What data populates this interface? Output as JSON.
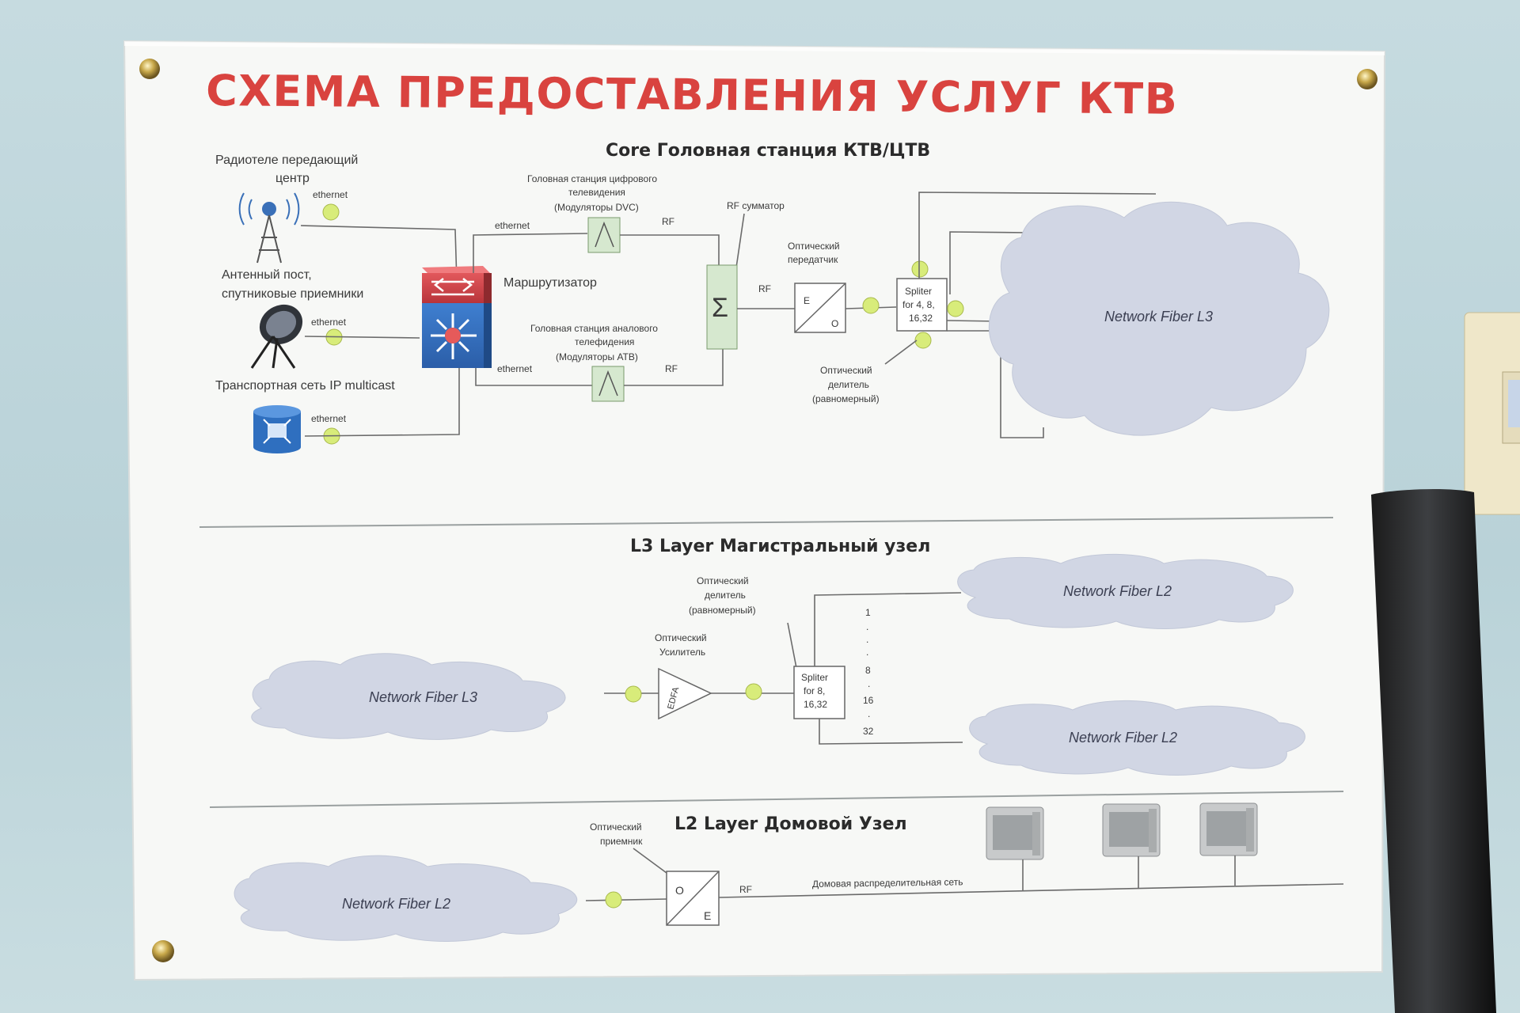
{
  "poster": {
    "title": "СХЕМА ПРЕДОСТАВЛЕНИЯ УСЛУГ КТВ",
    "title_color": "#d9433f"
  },
  "core": {
    "heading": "Core Головная станция КТВ/ЦТВ",
    "source1_label_1": "Радиотеле передающий",
    "source1_label_2": "центр",
    "source2_label_1": "Антенный пост,",
    "source2_label_2": "спутниковые приемники",
    "source3_label": "Транспортная сеть IP multicast",
    "eth": "ethernet",
    "router_label": "Маршрутизатор",
    "digital_1": "Головная станция цифрового",
    "digital_2": "телевидения",
    "digital_3": "(Модуляторы DVC)",
    "analog_1": "Головная станция аналового",
    "analog_2": "телефидения",
    "analog_3": "(Модуляторы АТВ)",
    "rf": "RF",
    "combiner_label": "RF сумматор",
    "combiner_sym": "Σ",
    "tx_1": "Оптический",
    "tx_2": "передатчик",
    "tx_e": "E",
    "tx_o": "O",
    "splitter_1": "Spliter",
    "splitter_2": "for 4, 8,",
    "splitter_3": "16,32",
    "divider_1": "Оптический",
    "divider_2": "делитель",
    "divider_3": "(равномерный)",
    "cloud": "Network Fiber L3"
  },
  "l3": {
    "heading": "L3 Layer Магистральный узел",
    "cloud_in": "Network Fiber L3",
    "amp_1": "Оптический",
    "amp_2": "Усилитель",
    "amp_sym": "EDFA",
    "divider_1": "Оптический",
    "divider_2": "делитель",
    "divider_3": "(равномерный)",
    "splitter_1": "Spliter",
    "splitter_2": "for 8,",
    "splitter_3": "16,32",
    "ports": [
      "1",
      ".",
      ".",
      ".",
      "8",
      ".",
      "16",
      ".",
      "32"
    ],
    "cloud_out_1": "Network Fiber L2",
    "cloud_out_2": "Network Fiber L2"
  },
  "l2": {
    "heading": "L2 Layer Домовой Узел",
    "cloud_in": "Network Fiber L2",
    "rx_1": "Оптический",
    "rx_2": "приемник",
    "rx_o": "O",
    "rx_e": "E",
    "rf": "RF",
    "net_label": "Домовая распределительная сеть",
    "tv_icon": "tv-icon"
  }
}
